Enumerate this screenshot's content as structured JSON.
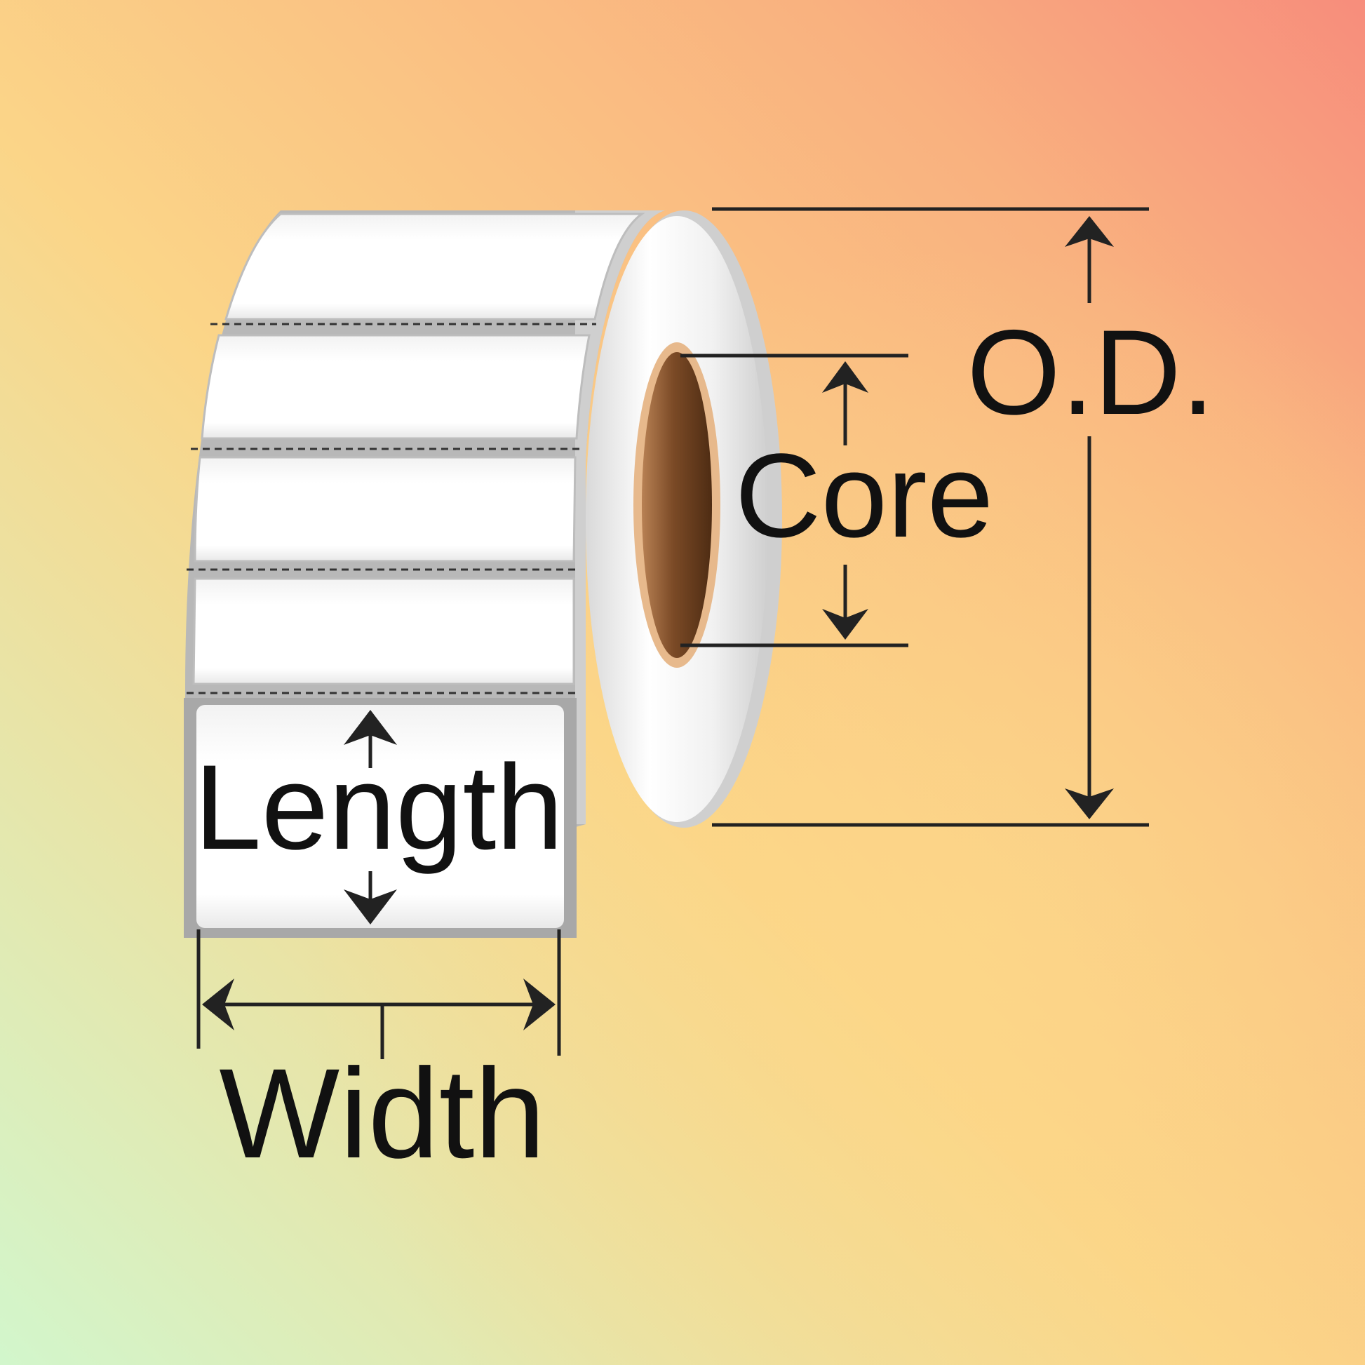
{
  "labels": {
    "outer_diameter": "O.D.",
    "core": "Core",
    "length": "Length",
    "width": "Width"
  },
  "colors": {
    "background_top_left": "#fbd68a",
    "background_top_right": "#f78d7c",
    "background_bottom_left": "#d2f6cc",
    "background_bottom_right": "#fbd588",
    "label_face": "#ffffff",
    "roll_edge": "#a8a8a8",
    "core_brown": "#7b4a26",
    "core_rim": "#e7b98c",
    "dimension_line": "#222222"
  },
  "icons": {
    "label_roll": "label-roll-icon",
    "paper_core": "paper-core-icon"
  }
}
